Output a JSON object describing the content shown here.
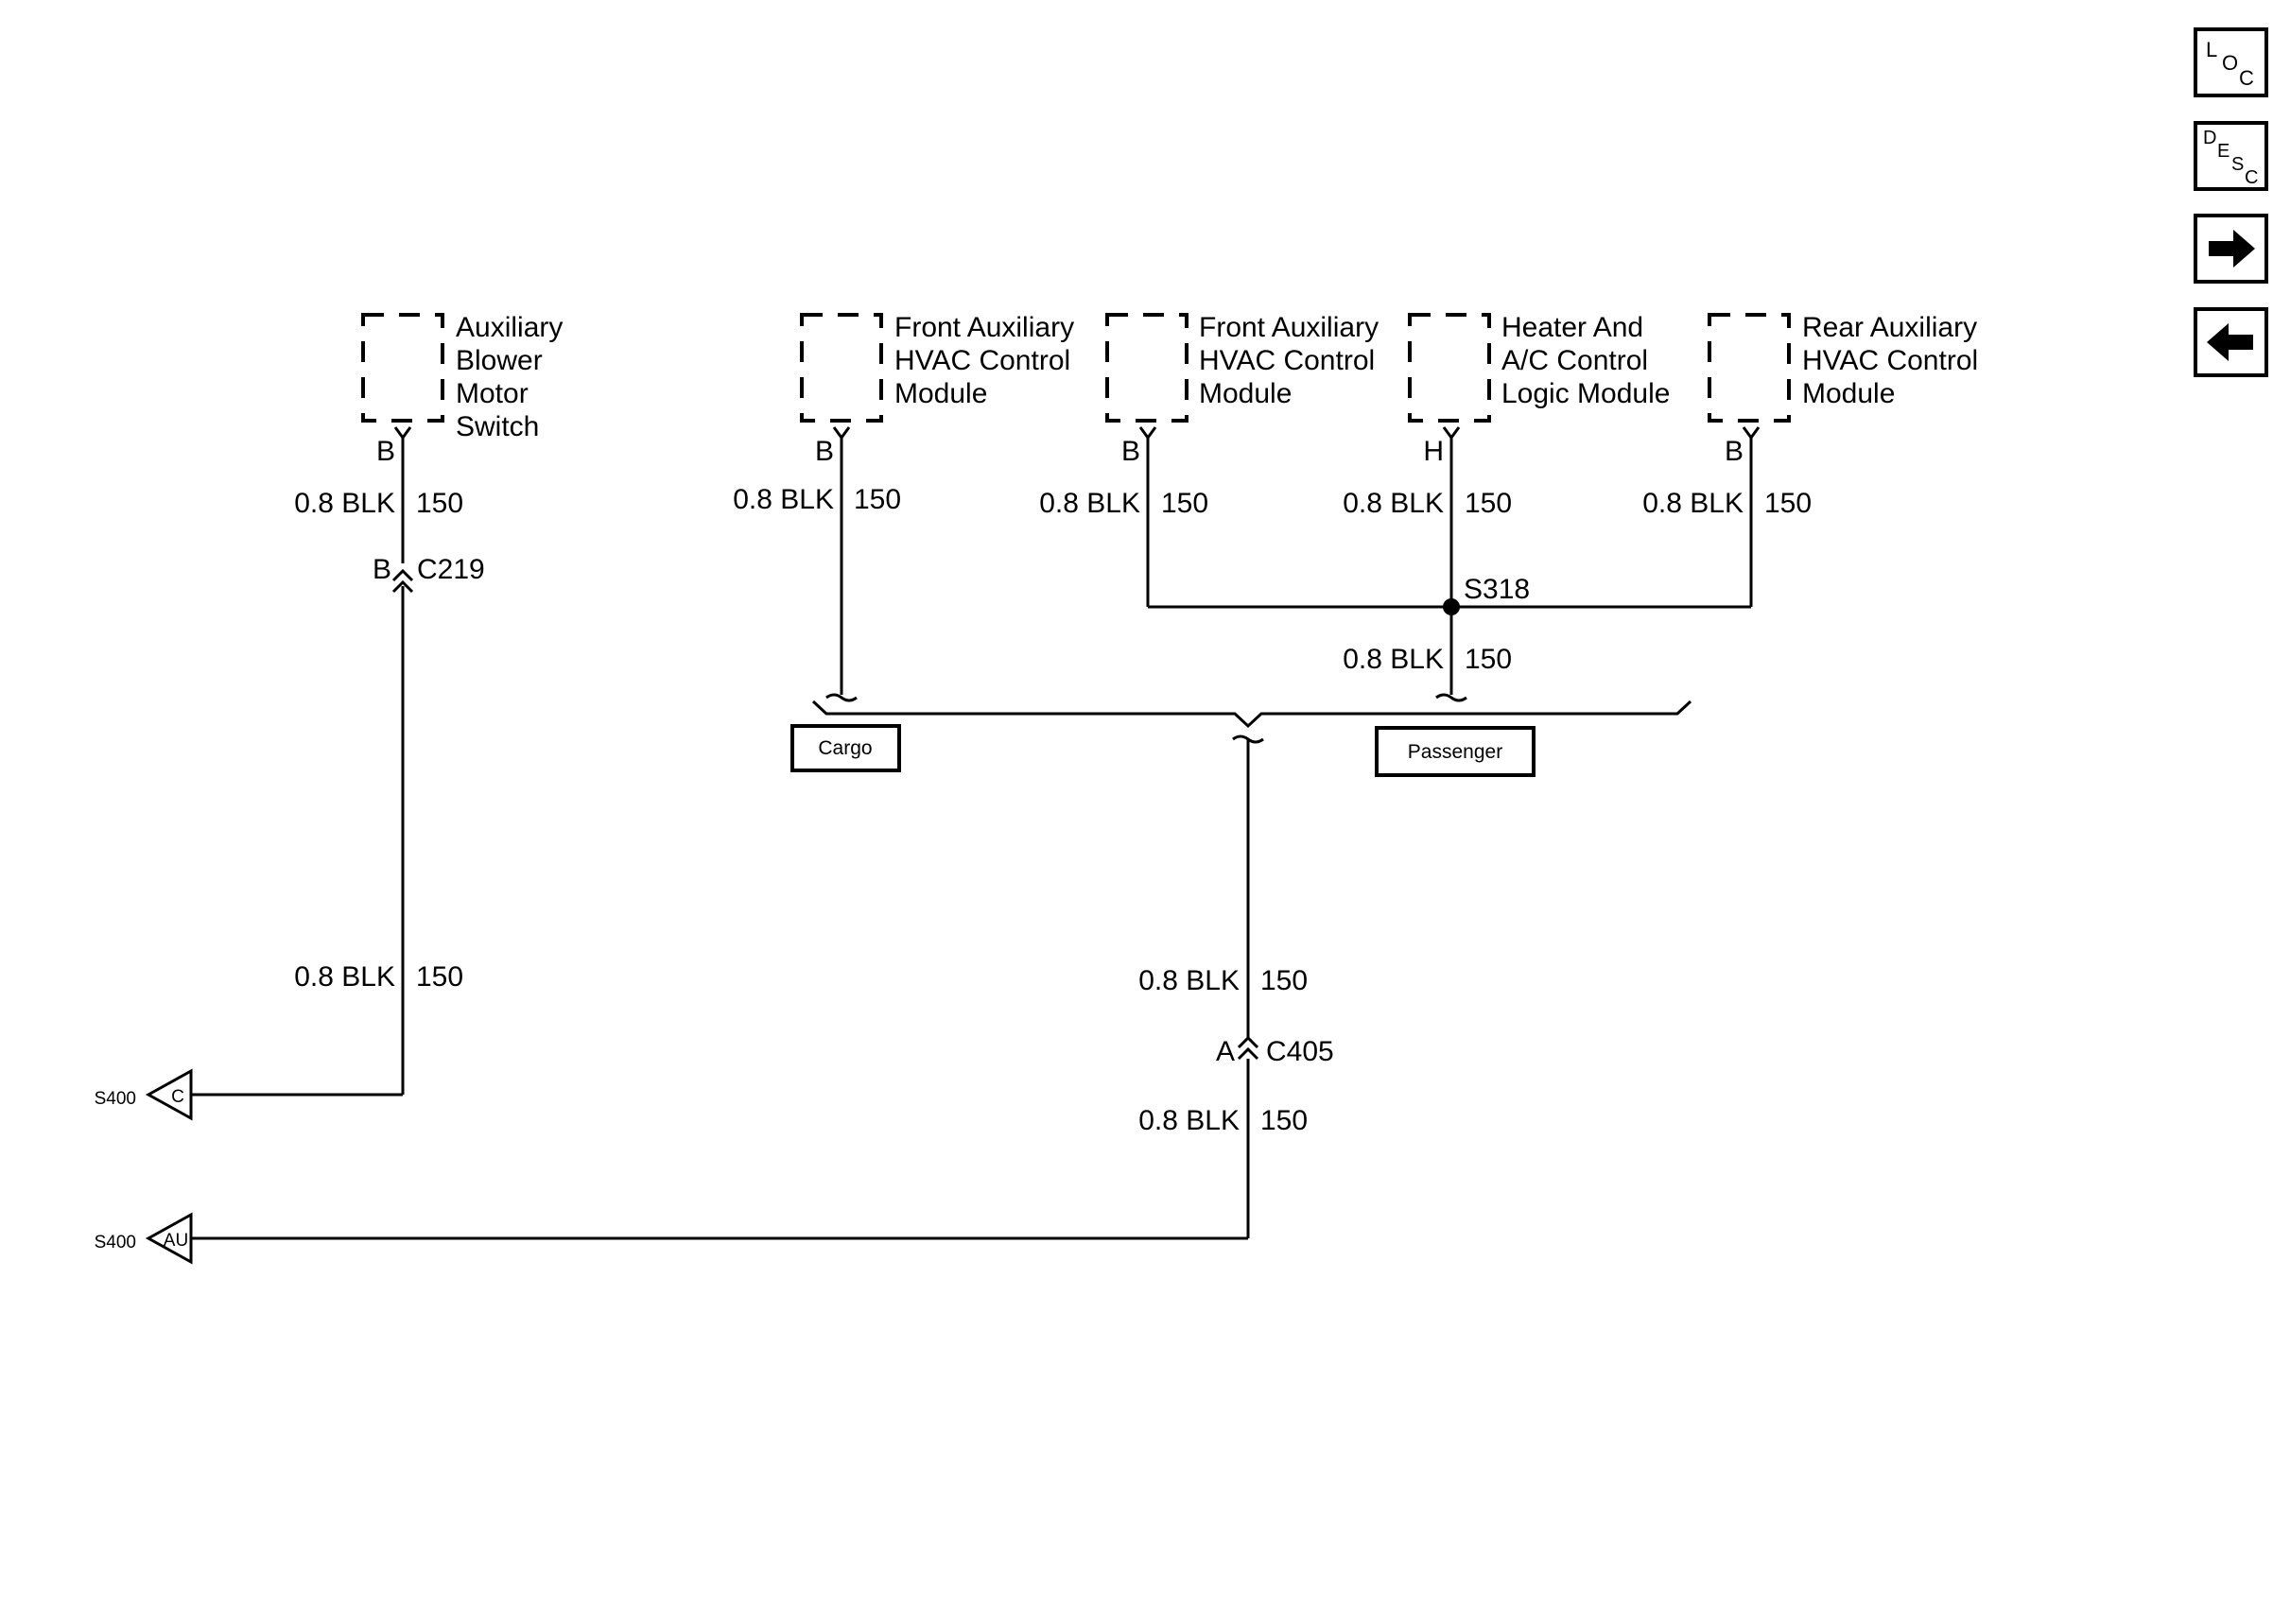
{
  "components": {
    "aux_blower_switch": {
      "lines": [
        "Auxiliary",
        "Blower",
        "Motor",
        "Switch"
      ],
      "pin": "B"
    },
    "front_aux_hvac_1": {
      "lines": [
        "Front Auxiliary",
        "HVAC Control",
        "Module"
      ],
      "pin": "B"
    },
    "front_aux_hvac_2": {
      "lines": [
        "Front Auxiliary",
        "HVAC Control",
        "Module"
      ],
      "pin": "B"
    },
    "heater_ac_logic": {
      "lines": [
        "Heater And",
        "A/C Control",
        "Logic Module"
      ],
      "pin": "H"
    },
    "rear_aux_hvac": {
      "lines": [
        "Rear Auxiliary",
        "HVAC Control",
        "Module"
      ],
      "pin": "B"
    }
  },
  "wires": {
    "w1": {
      "gauge": "0.8 BLK",
      "circuit": "150"
    },
    "w2": {
      "gauge": "0.8 BLK",
      "circuit": "150"
    },
    "w3": {
      "gauge": "0.8 BLK",
      "circuit": "150"
    },
    "w4": {
      "gauge": "0.8 BLK",
      "circuit": "150"
    },
    "w5": {
      "gauge": "0.8 BLK",
      "circuit": "150"
    },
    "w6": {
      "gauge": "0.8 BLK",
      "circuit": "150"
    },
    "w7": {
      "gauge": "0.8 BLK",
      "circuit": "150"
    },
    "w8": {
      "gauge": "0.8 BLK",
      "circuit": "150"
    },
    "w9": {
      "gauge": "0.8 BLK",
      "circuit": "150"
    }
  },
  "connectors": {
    "c219": {
      "pin": "B",
      "name": "C219"
    },
    "c405": {
      "pin": "A",
      "name": "C405"
    }
  },
  "splice": {
    "name": "S318"
  },
  "harness_labels": {
    "cargo": "Cargo",
    "passenger": "Passenger"
  },
  "grounds": [
    {
      "splice": "S400",
      "tag": "C"
    },
    {
      "splice": "S400",
      "tag": "AU"
    }
  ],
  "nav": {
    "loc": {
      "letters": [
        "L",
        "O",
        "C"
      ]
    },
    "desc": {
      "letters": [
        "D",
        "E",
        "S",
        "C"
      ]
    },
    "next_icon": "arrow-right-icon",
    "prev_icon": "arrow-left-icon"
  }
}
